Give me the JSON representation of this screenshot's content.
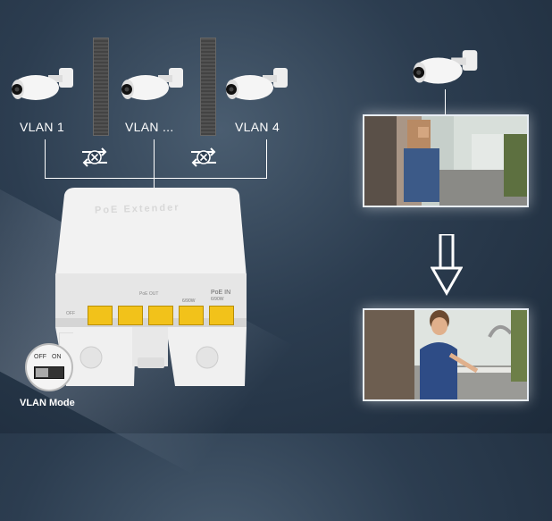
{
  "cameras": {
    "left_label": "VLAN 1",
    "middle_label": "VLAN ...",
    "right_label": "VLAN 4"
  },
  "device": {
    "title": "PoE Extender",
    "poe_out_label": "PoE OUT",
    "poe_in_label": "PoE IN",
    "poe_in_sub": "6/90W",
    "port_sub": "6/90W",
    "switch_label": "OFF"
  },
  "vlan_mode": {
    "label": "VLAN Mode",
    "off_label": "OFF",
    "on_label": "ON"
  },
  "colors": {
    "background": "#2c3d50",
    "port": "#f2c21a",
    "device": "#f2f2f2",
    "line": "#ffffff"
  },
  "icons": [
    "security-camera-icon",
    "no-link-icon",
    "down-arrow-icon"
  ]
}
